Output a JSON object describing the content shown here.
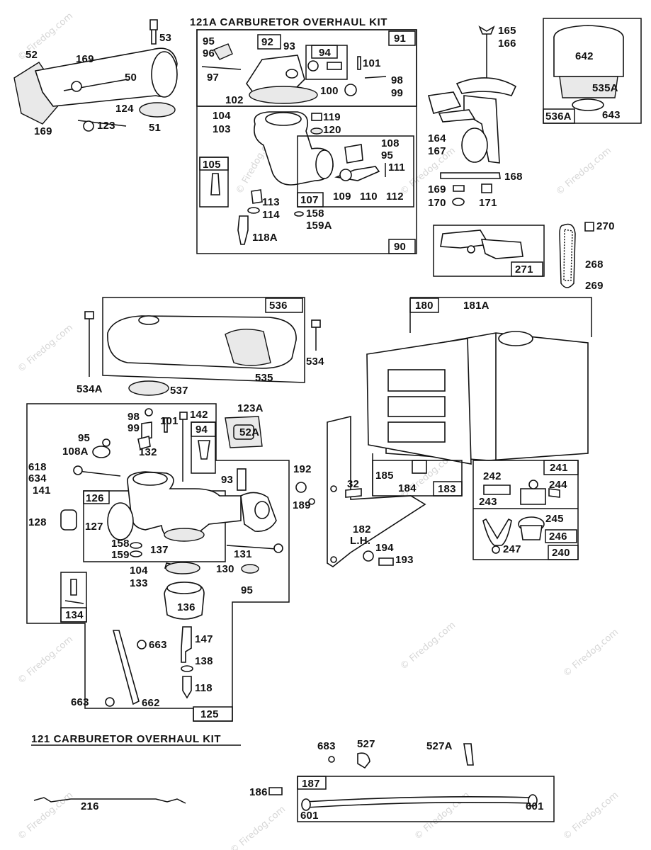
{
  "titles": {
    "kit_121a": "121A CARBURETOR OVERHAUL KIT",
    "kit_121": "121 CARBURETOR OVERHAUL KIT"
  },
  "watermark": "© Firedog.com",
  "boxes": {
    "b91": "91",
    "b92": "92",
    "b94": "94",
    "b105": "105",
    "b107": "107",
    "b90": "90",
    "b536a": "536A",
    "b271": "271",
    "b536": "536",
    "b180": "180",
    "b126": "126",
    "b94b": "94",
    "b134": "134",
    "b125": "125",
    "b241": "241",
    "b240": "240",
    "b246": "246",
    "b183": "183",
    "b187": "187"
  },
  "labels": {
    "l53": "53",
    "l52": "52",
    "l169a": "169",
    "l50": "50",
    "l124": "124",
    "l51": "51",
    "l169b": "169",
    "l123": "123",
    "l95a": "95",
    "l96": "96",
    "l97": "97",
    "l93a": "93",
    "l102": "102",
    "l101a": "101",
    "l98a": "98",
    "l99a": "99",
    "l100": "100",
    "l104a": "104",
    "l103": "103",
    "l119": "119",
    "l120": "120",
    "l108": "108",
    "l95b": "95",
    "l111": "111",
    "l109": "109",
    "l110": "110",
    "l112": "112",
    "l113": "113",
    "l114": "114",
    "l158a": "158",
    "l159a": "159A",
    "l118a": "118A",
    "l165": "165",
    "l166": "166",
    "l164": "164",
    "l167": "167",
    "l168": "168",
    "l169c": "169",
    "l170": "170",
    "l171": "171",
    "l642": "642",
    "l535a": "535A",
    "l643": "643",
    "l270": "270",
    "l268": "268",
    "l269": "269",
    "l534a": "534A",
    "l535": "535",
    "l534": "534",
    "l537": "537",
    "l181a": "181A",
    "l98b": "98",
    "l99b": "99",
    "l101b": "101",
    "l142": "142",
    "l123a": "123A",
    "l95c": "95",
    "l108a": "108A",
    "l132": "132",
    "l52a": "52A",
    "l618": "618",
    "l634": "634",
    "l141": "141",
    "l93b": "93",
    "l128": "128",
    "l127": "127",
    "l158b": "158",
    "l159b": "159",
    "l137": "137",
    "l131": "131",
    "l104b": "104",
    "l133": "133",
    "l130": "130",
    "l95d": "95",
    "l136": "136",
    "l663a": "663",
    "l147": "147",
    "l138": "138",
    "l118": "118",
    "l663b": "663",
    "l662": "662",
    "l192": "192",
    "l189": "189",
    "l32": "32",
    "l182": "182",
    "l lh": "L.H.",
    "l194": "194",
    "l193": "193",
    "l185": "185",
    "l184": "184",
    "l242": "242",
    "l244": "244",
    "l243": "243",
    "l245": "245",
    "l247": "247",
    "l216": "216",
    "l683": "683",
    "l527": "527",
    "l527a": "527A",
    "l186": "186",
    "l601a": "601",
    "l601b": "601"
  }
}
